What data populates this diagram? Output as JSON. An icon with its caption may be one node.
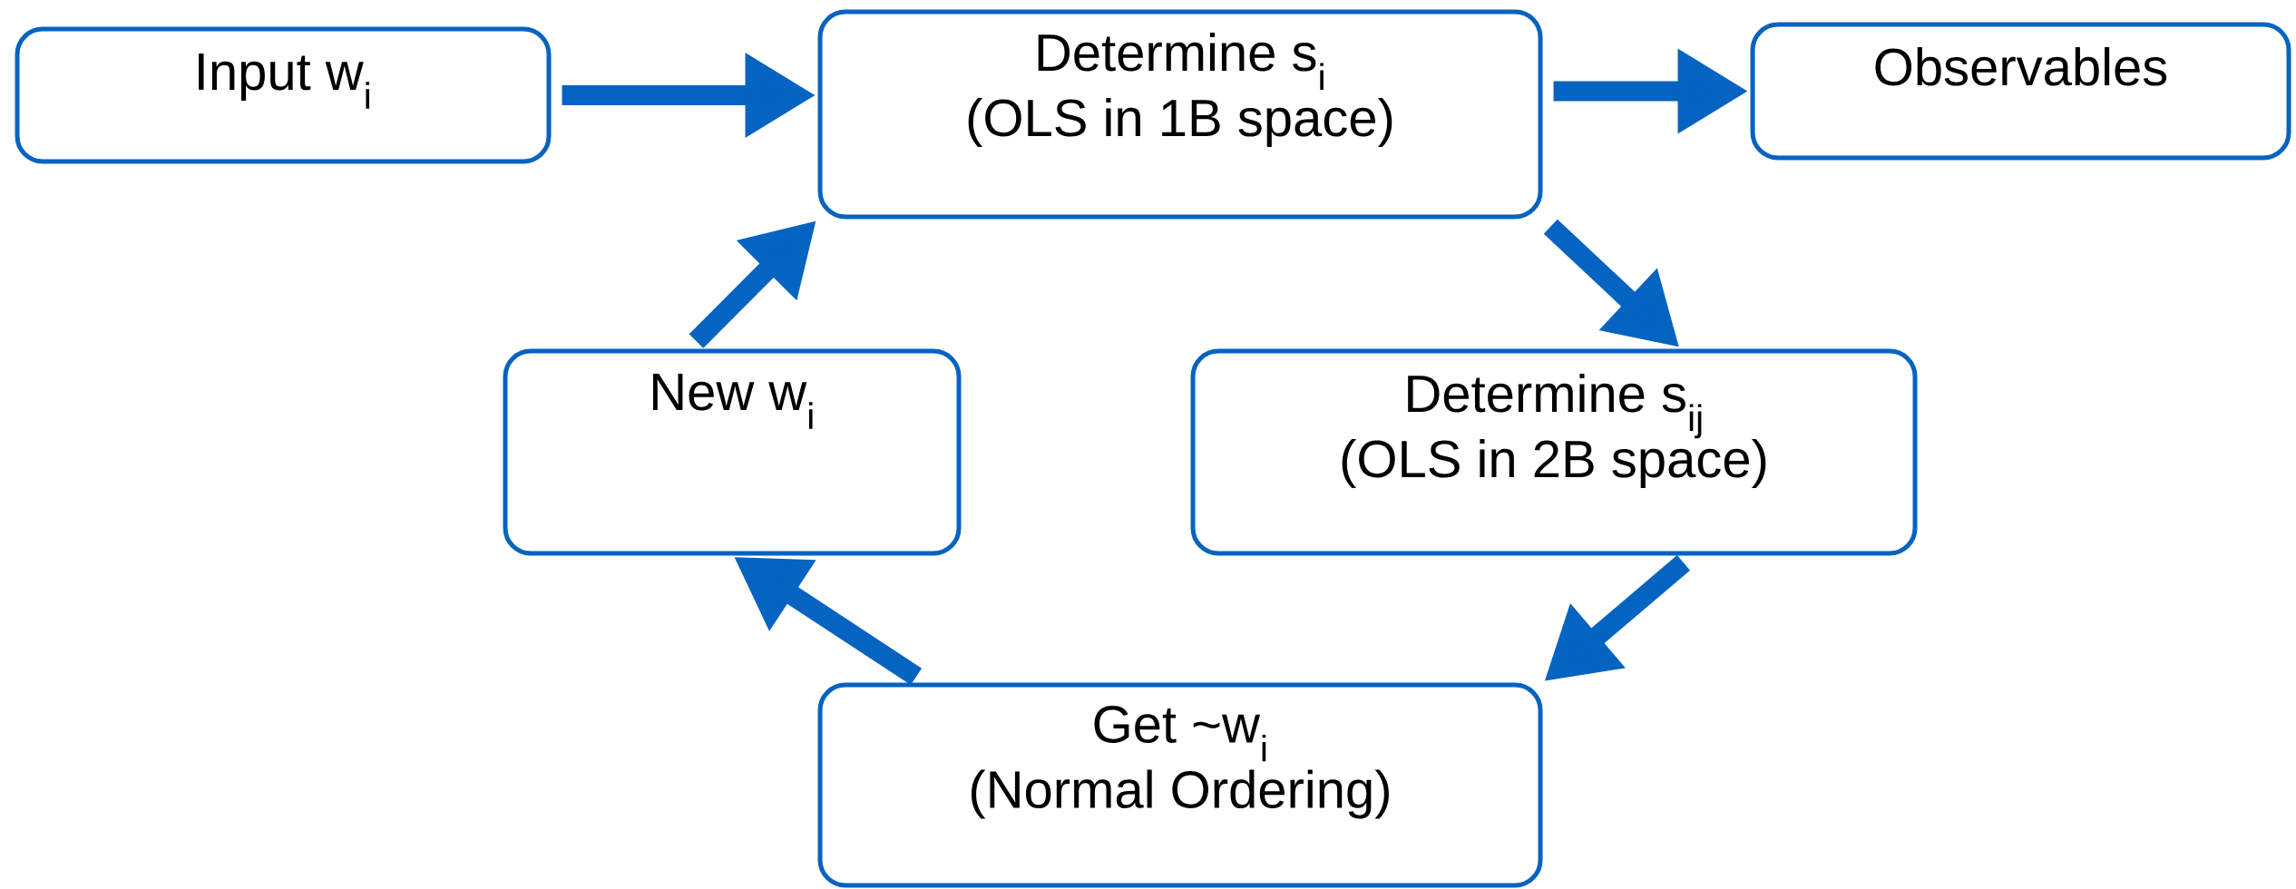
{
  "diagram": {
    "nodes": [
      {
        "text": [
          "Input w$_{i}$"
        ]
      },
      {
        "text": [
          "Determine s$_{i}$",
          "(OLS in 1B space)"
        ]
      },
      {
        "text": [
          "Observables"
        ]
      },
      {
        "text": [
          "New w$_{i}$"
        ]
      },
      {
        "text": [
          "Determine s$_{ij}$",
          "(OLS in 2B space)"
        ]
      },
      {
        "text": [
          "Get ~w$_{i}$",
          "(Normal Ordering)"
        ]
      }
    ],
    "edges": [
      {
        "from": 0,
        "to": 1,
        "arrow": "to"
      },
      {
        "from": 1,
        "to": 2,
        "arrow": "to"
      },
      {
        "from": 1,
        "to": 4,
        "arrow": "to"
      },
      {
        "from": 4,
        "to": 5,
        "arrow": "to"
      },
      {
        "from": 5,
        "to": 3,
        "arrow": "to"
      },
      {
        "from": 3,
        "to": 1,
        "arrow": "to"
      }
    ]
  }
}
